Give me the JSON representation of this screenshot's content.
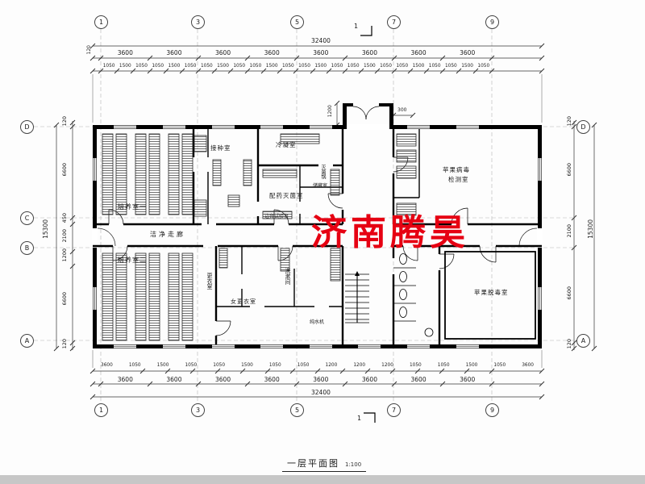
{
  "watermark": {
    "text": "济南腾昊",
    "color": "#e60012"
  },
  "titleblock": {
    "name": "一层平面图",
    "scale": "1:100"
  },
  "axes": {
    "top": [
      "1",
      "3",
      "5",
      "7",
      "9"
    ],
    "bottom": [
      "1",
      "3",
      "5",
      "7",
      "9"
    ],
    "left": [
      "D",
      "C",
      "B",
      "A"
    ],
    "right": [
      "D",
      "A"
    ],
    "section_top": "1",
    "section_bottom": "1"
  },
  "dims": {
    "overall_width": "32400",
    "overall_height": "15300",
    "edge": "120",
    "top_bays": [
      "3600",
      "3600",
      "3600",
      "3600",
      "3600",
      "3600",
      "3600",
      "3600"
    ],
    "top_sub": [
      "1050",
      "1500",
      "1050",
      "1050",
      "1500",
      "1050",
      "1050",
      "1500",
      "1050",
      "1050",
      "1500",
      "1050",
      "1050",
      "1500",
      "1050",
      "1050",
      "1500",
      "1050",
      "1050",
      "1500",
      "1050",
      "1050",
      "1500",
      "1050"
    ],
    "bottom_sub": [
      "3600",
      "1050",
      "1500",
      "1050",
      "1050",
      "1500",
      "1050",
      "1050",
      "1200",
      "1200",
      "1200",
      "1050",
      "1050",
      "1500",
      "1050",
      "3600"
    ],
    "bottom_bays": [
      "3600",
      "3600",
      "3600",
      "3600",
      "3600",
      "3600",
      "3600",
      "3600"
    ],
    "left_side": [
      "120",
      "6600",
      "450",
      "2100",
      "1200",
      "6600",
      "120"
    ],
    "right_side": [
      "120",
      "6600",
      "2100",
      "6600",
      "120"
    ],
    "entry_depth": "1200",
    "entry_offset": "300"
  },
  "rooms": {
    "culture1": "培养室一",
    "culture2": "培养室二",
    "corridor": "洁净走廊",
    "inoculation": "接种室",
    "condensing": "冷凝室",
    "dispensary": "配药灭菌室",
    "autoclave": "灭菌锅",
    "storage": "储藏室",
    "bench": "边台试验台",
    "virus_line1": "苹果病毒",
    "virus_line2": "检测室",
    "detox": "苹果脱毒室",
    "changing": "更衣室",
    "changing_women": "女更衣室",
    "washroom": "洗漱间",
    "pure_water": "纯水机"
  }
}
